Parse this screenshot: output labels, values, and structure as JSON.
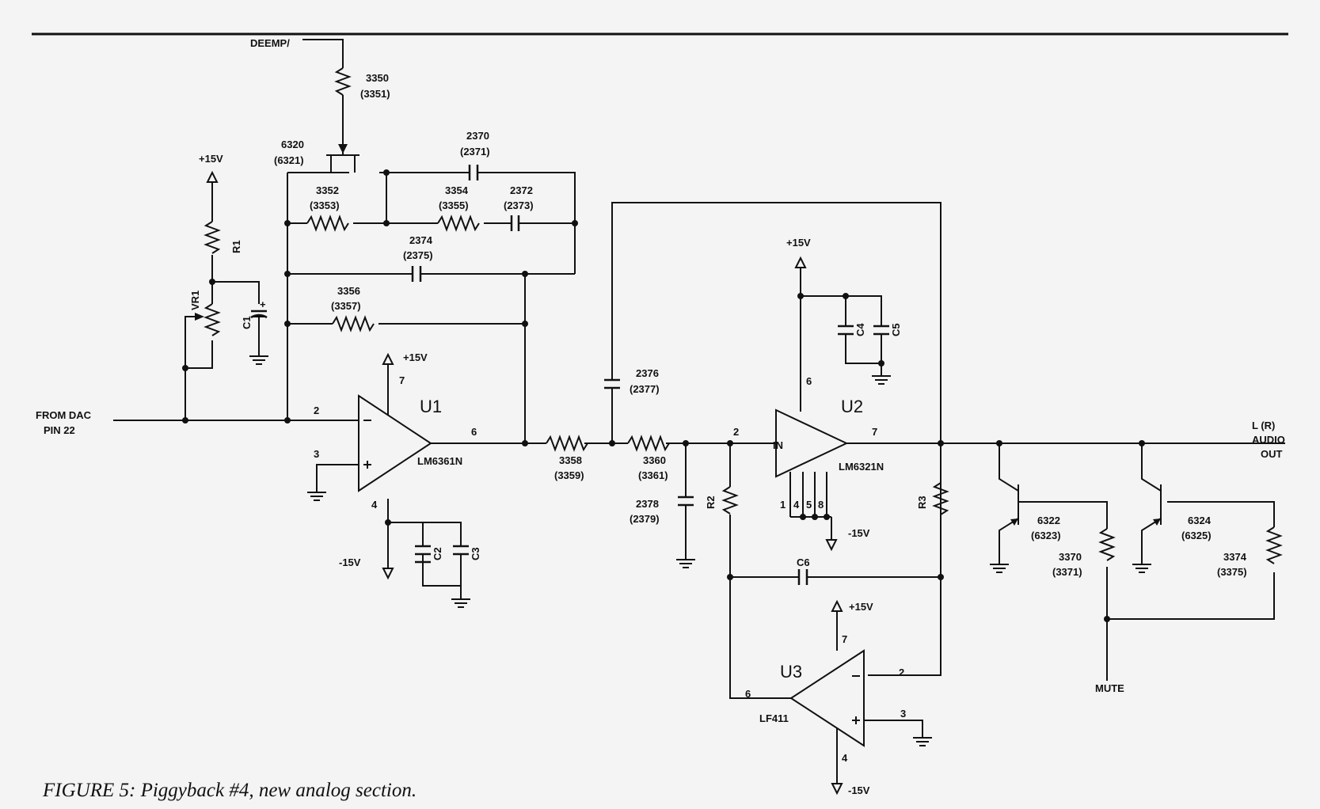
{
  "caption": "FIGURE 5: Piggyback #4, new analog section.",
  "input": {
    "line1": "FROM DAC",
    "line2": "PIN 22"
  },
  "output": {
    "line1": "L (R)",
    "line2": "AUDIO",
    "line3": "OUT"
  },
  "deemp": "DEEMP/",
  "mute": "MUTE",
  "power": {
    "pos": "+15V",
    "neg": "-15V"
  },
  "opamps": {
    "u1": {
      "name": "U1",
      "part": "LM6361N",
      "pin_in_neg": "2",
      "pin_in_pos": "3",
      "pin_out": "6",
      "pin_vpos": "7",
      "pin_vneg": "4"
    },
    "u2": {
      "name": "U2",
      "part": "LM6321N",
      "pin_in": "2",
      "pin_out": "7",
      "pin_vpos": "6",
      "in_label": "IN",
      "pins_bottom": [
        "1",
        "4",
        "5",
        "8"
      ]
    },
    "u3": {
      "name": "U3",
      "part": "LF411",
      "pin_in_neg": "2",
      "pin_in_pos": "3",
      "pin_out": "6",
      "pin_vpos": "7",
      "pin_vneg": "4"
    }
  },
  "parts": {
    "r3350": {
      "a": "3350",
      "b": "(3351)"
    },
    "q6320": {
      "a": "6320",
      "b": "(6321)"
    },
    "c2370": {
      "a": "2370",
      "b": "(2371)"
    },
    "r3352": {
      "a": "3352",
      "b": "(3353)"
    },
    "r3354": {
      "a": "3354",
      "b": "(3355)"
    },
    "c2372": {
      "a": "2372",
      "b": "(2373)"
    },
    "c2374": {
      "a": "2374",
      "b": "(2375)"
    },
    "r3356": {
      "a": "3356",
      "b": "(3357)"
    },
    "c2376": {
      "a": "2376",
      "b": "(2377)"
    },
    "r3358": {
      "a": "3358",
      "b": "(3359)"
    },
    "r3360": {
      "a": "3360",
      "b": "(3361)"
    },
    "c2378": {
      "a": "2378",
      "b": "(2379)"
    },
    "q6322": {
      "a": "6322",
      "b": "(6323)"
    },
    "r3370": {
      "a": "3370",
      "b": "(3371)"
    },
    "q6324": {
      "a": "6324",
      "b": "(6325)"
    },
    "r3374": {
      "a": "3374",
      "b": "(3375)"
    }
  },
  "refs": {
    "r1": "R1",
    "vr1": "VR1",
    "c1": "C1",
    "c1_pol": "+",
    "c2": "C2",
    "c3": "C3",
    "c4": "C4",
    "c5": "C5",
    "c6": "C6",
    "r2": "R2",
    "r3": "R3"
  }
}
